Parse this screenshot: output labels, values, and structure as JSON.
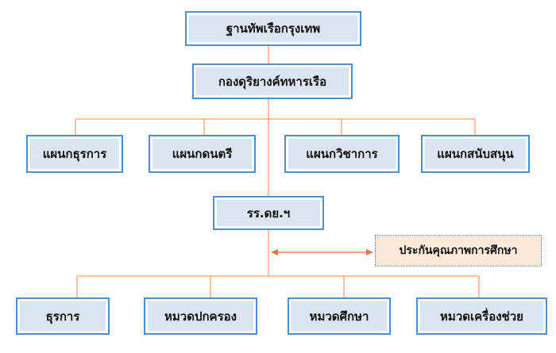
{
  "colors": {
    "connector": "#f0a070",
    "arrow": "#e07840",
    "node_border": "#4f8fd0",
    "node_fill": "#dbe5f1",
    "qa_fill": "#fde9d9"
  },
  "nodes": {
    "root": "ฐานทัพเรือกรุงเทพ",
    "division": "กองดุริยางค์ทหารเรือ",
    "sections": [
      "แผนกธุรการ",
      "แผนกดนตรี",
      "แผนกวิชาการ",
      "แผนกสนับสนุน"
    ],
    "school": "รร.ดย.ฯ",
    "qa": "ประกันคุณภาพการศึกษา",
    "units": [
      "ธุรการ",
      "หมวดปกครอง",
      "หมวดศึกษา",
      "หมวดเครื่องช่วย"
    ]
  }
}
